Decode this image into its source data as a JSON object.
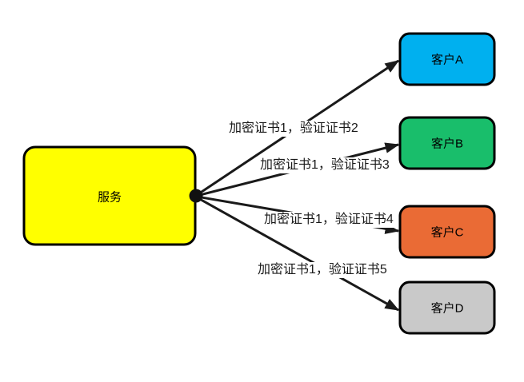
{
  "diagram": {
    "background_color": "#ffffff",
    "edge_color": "#1a1a1a",
    "node_border_color": "#000000",
    "nodes": {
      "service": {
        "label": "服务",
        "color": "#ffff00"
      },
      "clientA": {
        "label": "客户A",
        "color": "#00b0ef"
      },
      "clientB": {
        "label": "客户B",
        "color": "#19be6b"
      },
      "clientC": {
        "label": "客户C",
        "color": "#ea6b35"
      },
      "clientD": {
        "label": "客户D",
        "color": "#c9c9c9"
      }
    },
    "edges": [
      {
        "from": "服务",
        "to": "客户A",
        "label": "加密证书1，验证证书2"
      },
      {
        "from": "服务",
        "to": "客户B",
        "label": "加密证书1，验证证书3"
      },
      {
        "from": "服务",
        "to": "客户C",
        "label": "加密证书1，验证证书4"
      },
      {
        "from": "服务",
        "to": "客户D",
        "label": "加密证书1，验证证书5"
      }
    ]
  }
}
